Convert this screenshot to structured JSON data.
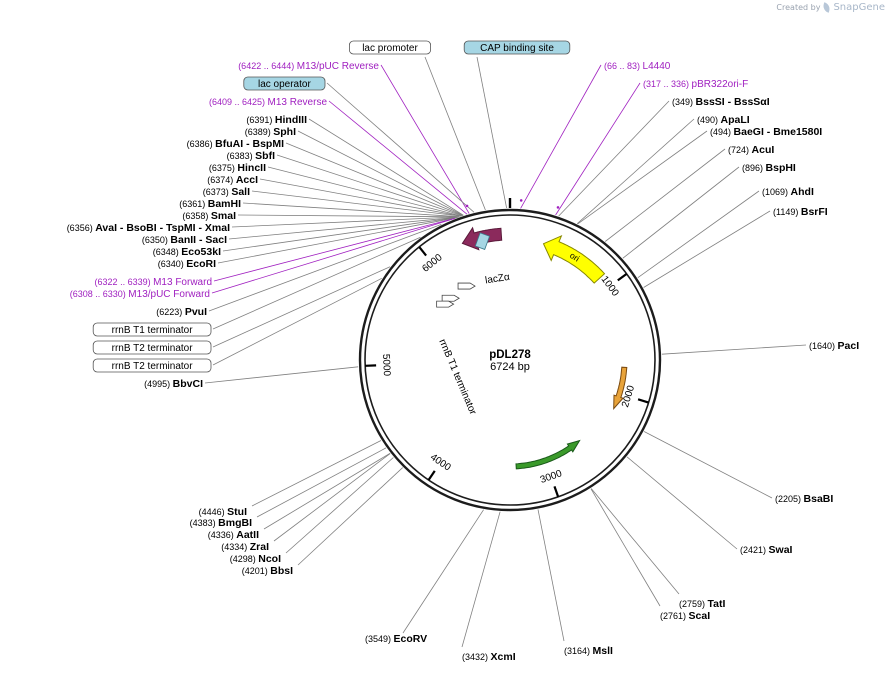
{
  "credit": {
    "prefix": "Created by",
    "brand": "SnapGene"
  },
  "plasmid": {
    "name": "pDL278",
    "length": "6724 bp",
    "total_bp": 6724
  },
  "colors": {
    "site_line": "#808080",
    "primer": "#a020c0",
    "backbone": "#1c1c1c",
    "lacZ": "#8b2a5c",
    "ori": "#ffff00",
    "gene_orange": "#e8a33a",
    "gene_green": "#3a9a2a",
    "feature_box": "#a6d6e4"
  },
  "ticks": [
    {
      "bp": 1000,
      "label": "1000"
    },
    {
      "bp": 2000,
      "label": "2000"
    },
    {
      "bp": 3000,
      "label": "3000"
    },
    {
      "bp": 4000,
      "label": "4000"
    },
    {
      "bp": 5000,
      "label": "5000"
    },
    {
      "bp": 6000,
      "label": "6000"
    }
  ],
  "features": [
    {
      "name": "lacZα",
      "label": "lacZα",
      "start": 6309,
      "end": 6650,
      "dir": -1
    },
    {
      "name": "ori",
      "label": "ori",
      "start": 300,
      "end": 889,
      "dir": -1
    },
    {
      "name": "gene1",
      "label": "",
      "start": 1750,
      "end": 2150,
      "dir": 1
    },
    {
      "name": "gene2",
      "label": "",
      "start": 2600,
      "end": 3300,
      "dir": -1
    }
  ],
  "inner_labels": {
    "lacZ": "lacZα",
    "ori": "ori",
    "rrnB": "rrnB T1 terminator"
  },
  "site_labels": [
    {
      "name": "lac promoter",
      "type": "boxed",
      "bp": 6550
    },
    {
      "name": "CAP binding site",
      "type": "boxed_fill",
      "bp": 6700
    },
    {
      "name": "M13/pUC Reverse",
      "type": "primer",
      "pos": "(6422 .. 6444)",
      "bp": 6433
    },
    {
      "name": "lac operator",
      "type": "boxed_fill",
      "bp": 6469
    },
    {
      "name": "M13 Reverse",
      "type": "primer",
      "pos": "(6409 .. 6425)",
      "bp": 6417
    },
    {
      "name": "HindIII",
      "type": "enzyme",
      "pos": "(6391)",
      "bp": 6391
    },
    {
      "name": "SphI",
      "type": "enzyme",
      "pos": "(6389)",
      "bp": 6389
    },
    {
      "name": "BfuAI",
      "name2": "BspMI",
      "type": "enzyme",
      "pos": "(6386)",
      "bp": 6386
    },
    {
      "name": "SbfI",
      "type": "enzyme",
      "pos": "(6383)",
      "bp": 6383
    },
    {
      "name": "HincII",
      "type": "enzyme",
      "pos": "(6375)",
      "bp": 6375
    },
    {
      "name": "AccI",
      "type": "enzyme",
      "pos": "(6374)",
      "bp": 6374
    },
    {
      "name": "SalI",
      "type": "enzyme",
      "pos": "(6373)",
      "bp": 6373
    },
    {
      "name": "BamHI",
      "type": "enzyme",
      "pos": "(6361)",
      "bp": 6361
    },
    {
      "name": "SmaI",
      "type": "enzyme",
      "pos": "(6358)",
      "bp": 6358
    },
    {
      "name": "AvaI",
      "name2": "BsoBI",
      "name3": "TspMI",
      "name4": "XmaI",
      "type": "enzyme",
      "pos": "(6356)",
      "bp": 6356
    },
    {
      "name": "BanII",
      "name2": "SacI",
      "type": "enzyme",
      "pos": "(6350)",
      "bp": 6350
    },
    {
      "name": "Eco53kI",
      "type": "enzyme",
      "pos": "(6348)",
      "bp": 6348
    },
    {
      "name": "EcoRI",
      "type": "enzyme",
      "pos": "(6340)",
      "bp": 6340
    },
    {
      "name": "M13 Forward",
      "type": "primer",
      "pos": "(6322 .. 6339)",
      "bp": 6330
    },
    {
      "name": "M13/pUC Forward",
      "type": "primer",
      "pos": "(6308 .. 6330)",
      "bp": 6319
    },
    {
      "name": "PvuI",
      "type": "enzyme",
      "pos": "(6223)",
      "bp": 6223
    },
    {
      "name": "rrnB T1 terminator",
      "type": "boxed",
      "bp": 6050
    },
    {
      "name": "rrnB T2 terminator",
      "type": "boxed",
      "bp": 5750
    },
    {
      "name": "rrnB T2 terminator",
      "type": "boxed",
      "bp": 5650
    },
    {
      "name": "BbvCI",
      "type": "enzyme",
      "pos": "(4995)",
      "bp": 4995
    },
    {
      "name": "L4440",
      "type": "primer",
      "pos": "(66 .. 83)",
      "bp": 75
    },
    {
      "name": "pBR322ori-F",
      "type": "primer",
      "pos": "(317 .. 336)",
      "bp": 326
    },
    {
      "name": "BssSI",
      "name2": "BssSαI",
      "type": "enzyme",
      "pos": "(349)",
      "bp": 349
    },
    {
      "name": "ApaLI",
      "type": "enzyme",
      "pos": "(490)",
      "bp": 490
    },
    {
      "name": "BaeGI",
      "name2": "Bme1580I",
      "type": "enzyme",
      "pos": "(494)",
      "bp": 494
    },
    {
      "name": "AcuI",
      "type": "enzyme",
      "pos": "(724)",
      "bp": 724
    },
    {
      "name": "BspHI",
      "type": "enzyme",
      "pos": "(896)",
      "bp": 896
    },
    {
      "name": "AhdI",
      "type": "enzyme",
      "pos": "(1069)",
      "bp": 1069
    },
    {
      "name": "BsrFI",
      "type": "enzyme",
      "pos": "(1149)",
      "bp": 1149
    },
    {
      "name": "PacI",
      "type": "enzyme",
      "pos": "(1640)",
      "bp": 1640
    },
    {
      "name": "BsaBI",
      "type": "enzyme",
      "pos": "(2205)",
      "bp": 2205
    },
    {
      "name": "SwaI",
      "type": "enzyme",
      "pos": "(2421)",
      "bp": 2421
    },
    {
      "name": "TatI",
      "type": "enzyme",
      "pos": "(2759)",
      "bp": 2759
    },
    {
      "name": "ScaI",
      "type": "enzyme",
      "pos": "(2761)",
      "bp": 2761
    },
    {
      "name": "MslI",
      "type": "enzyme",
      "pos": "(3164)",
      "bp": 3164
    },
    {
      "name": "XcmI",
      "type": "enzyme",
      "pos": "(3432)",
      "bp": 3432
    },
    {
      "name": "EcoRV",
      "type": "enzyme",
      "pos": "(3549)",
      "bp": 3549
    },
    {
      "name": "StuI",
      "type": "enzyme",
      "pos": "(4446)",
      "bp": 4446
    },
    {
      "name": "BmgBI",
      "type": "enzyme",
      "pos": "(4383)",
      "bp": 4383
    },
    {
      "name": "AatII",
      "type": "enzyme",
      "pos": "(4336)",
      "bp": 4336
    },
    {
      "name": "ZraI",
      "type": "enzyme",
      "pos": "(4334)",
      "bp": 4334
    },
    {
      "name": "NcoI",
      "type": "enzyme",
      "pos": "(4298)",
      "bp": 4298
    },
    {
      "name": "BbsI",
      "type": "enzyme",
      "pos": "(4201)",
      "bp": 4201
    }
  ]
}
